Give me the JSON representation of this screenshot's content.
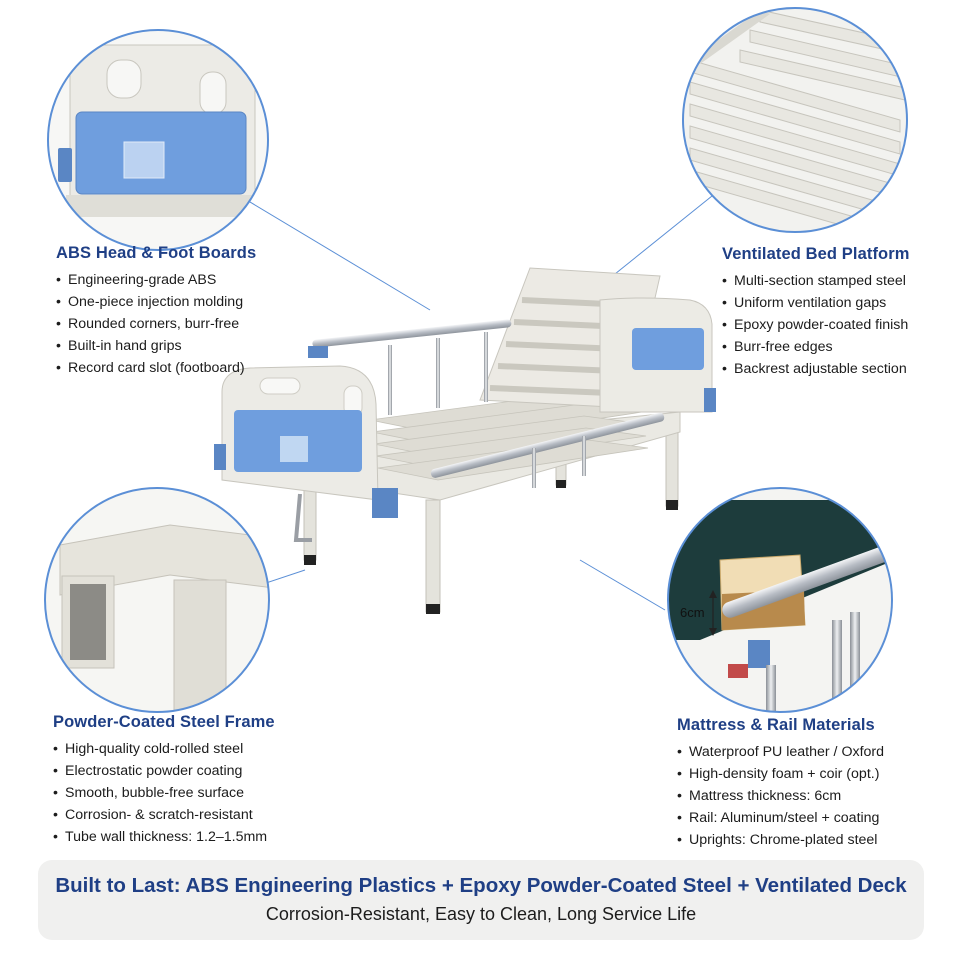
{
  "features": {
    "head_foot_boards": {
      "title": "ABS Head & Foot Boards",
      "items": [
        "Engineering-grade ABS",
        "One-piece injection molding",
        "Rounded corners, burr-free",
        "Built-in hand grips",
        "Record card slot (footboard)"
      ]
    },
    "bed_platform": {
      "title": "Ventilated Bed Platform",
      "items": [
        "Multi-section stamped steel",
        "Uniform ventilation gaps",
        "Epoxy powder-coated finish",
        "Burr-free edges",
        "Backrest adjustable section"
      ]
    },
    "steel_frame": {
      "title": "Powder-Coated Steel Frame",
      "items": [
        "High-quality cold-rolled steel",
        "Electrostatic powder coating",
        "Smooth, bubble-free surface",
        "Corrosion- & scratch-resistant",
        "Tube wall thickness: 1.2–1.5mm"
      ]
    },
    "mattress_rail": {
      "title": "Mattress & Rail Materials",
      "items": [
        "Waterproof PU leather / Oxford",
        "High-density foam + coir (opt.)",
        "Mattress thickness: 6cm",
        "Rail: Aluminum/steel + coating",
        "Uprights: Chrome-plated steel"
      ]
    }
  },
  "mattress_thickness_label": "6cm",
  "banner": {
    "title": "Built to Last: ABS Engineering Plastics + Epoxy  Powder-Coated Steel + Ventilated Deck",
    "subtitle": "Corrosion-Resistant, Easy to Clean, Long Service Life"
  },
  "colors": {
    "accent_blue": "#1f3f85",
    "panel_blue": "#6f9ede",
    "frame_white": "#e9e8e2",
    "mattress": "#1d3c3c"
  }
}
